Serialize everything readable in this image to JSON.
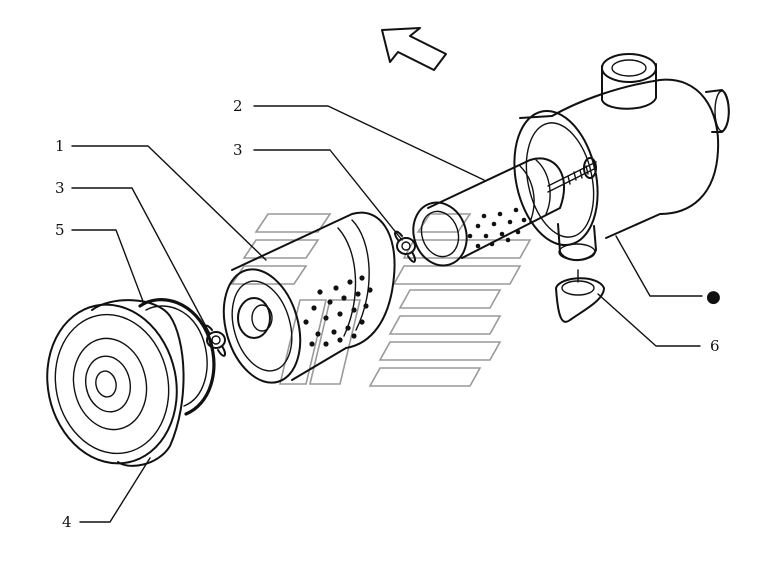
{
  "diagram": {
    "callouts": [
      {
        "id": "c1",
        "label": "1"
      },
      {
        "id": "c2",
        "label": "2"
      },
      {
        "id": "c3a",
        "label": "3"
      },
      {
        "id": "c3b",
        "label": "3"
      },
      {
        "id": "c4",
        "label": "4"
      },
      {
        "id": "c5",
        "label": "5"
      },
      {
        "id": "c6",
        "label": "6"
      },
      {
        "id": "cdot",
        "label": "●"
      }
    ],
    "icons": {
      "direction": "direction-arrow-icon",
      "watermark": "brand-watermark"
    },
    "colors": {
      "ink": "#111111",
      "watermark": "#9a9a9a",
      "background": "#ffffff"
    }
  }
}
